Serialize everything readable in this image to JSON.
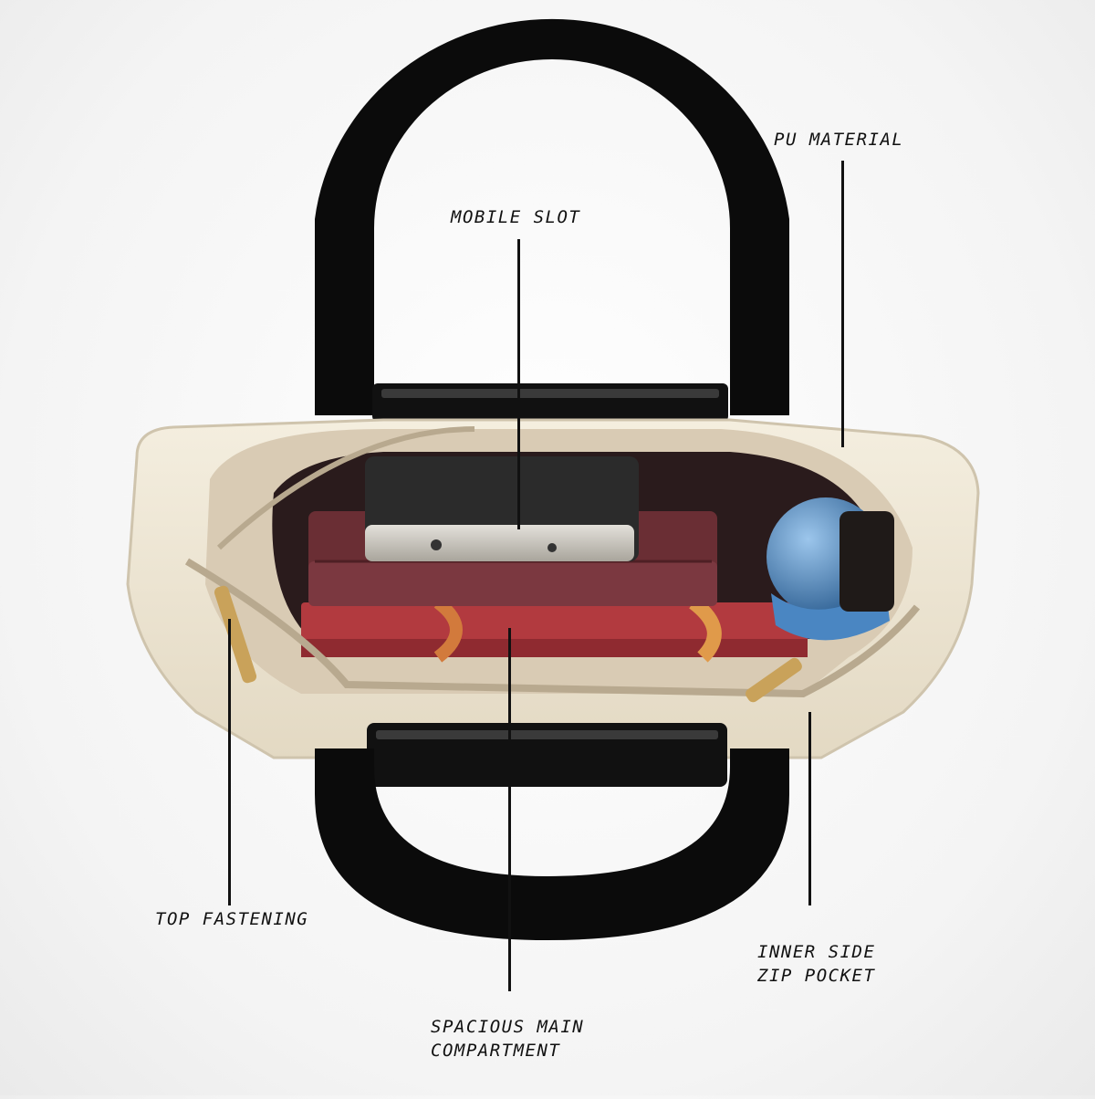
{
  "colors": {
    "handle": "#0b0b0b",
    "bag_body": "#eee6d4",
    "lining": "#d9cbb4",
    "book": "#b23a3f",
    "wallet": "#6a2e34",
    "phone": "#c9c5bd",
    "bottle": "#3f77ad",
    "zipper_pull": "#c9a25a"
  },
  "callouts": {
    "pu_material": "PU MATERIAL",
    "mobile_slot": "MOBILE SLOT",
    "top_fastening": "TOP FASTENING",
    "inner_side_zip_pocket_line1": "INNER SIDE",
    "inner_side_zip_pocket_line2": "ZIP POCKET",
    "spacious_main_compartment_line1": "SPACIOUS MAIN",
    "spacious_main_compartment_line2": "COMPARTMENT"
  }
}
